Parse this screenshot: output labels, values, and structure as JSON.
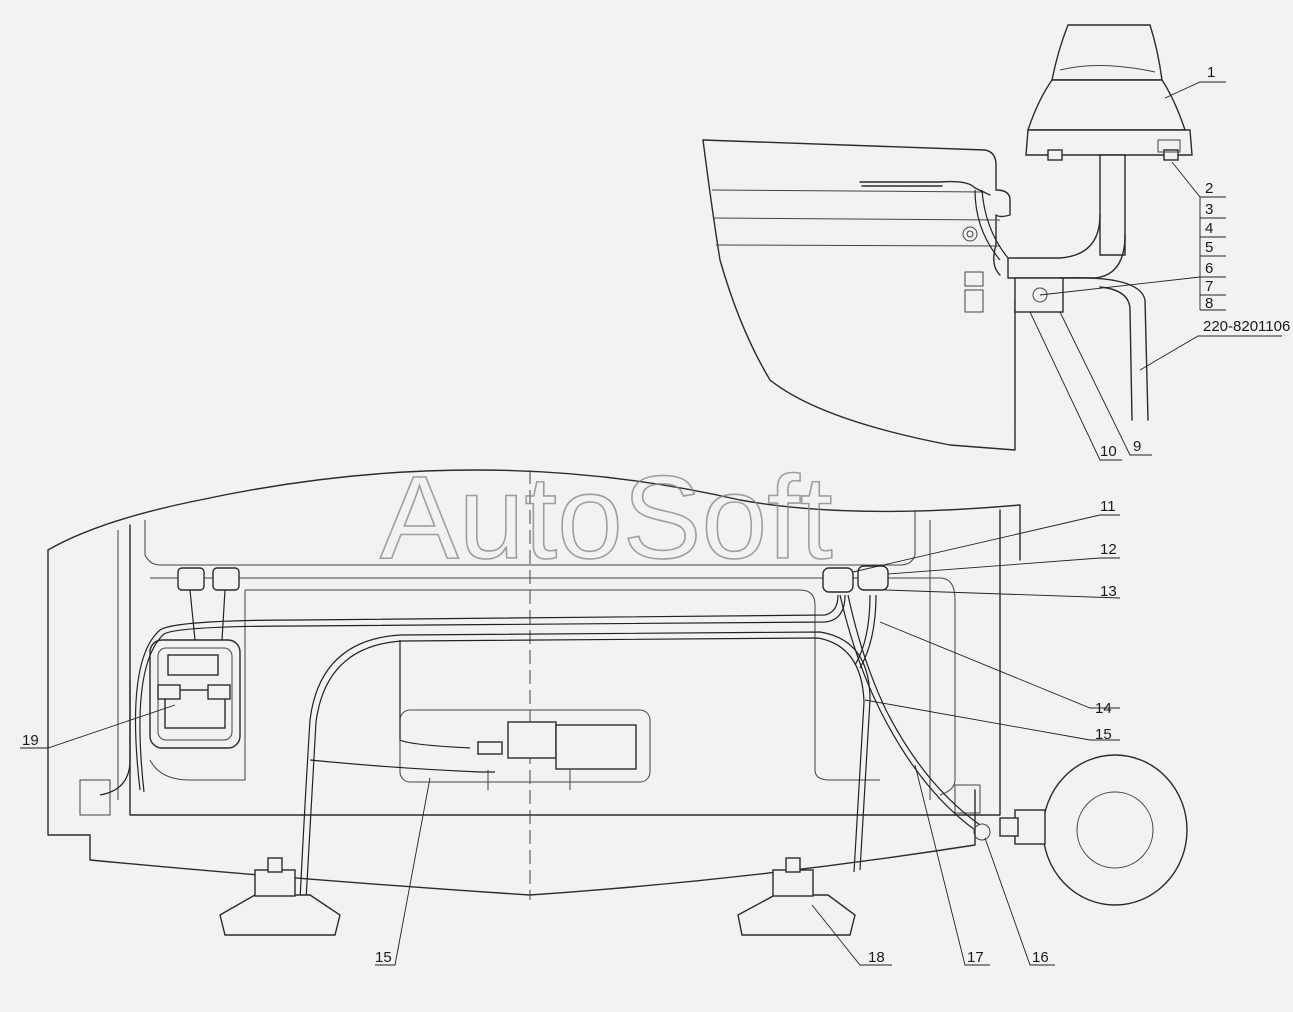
{
  "watermark": "AutoSoft",
  "part_reference": "220-8201106",
  "callouts": [
    "1",
    "2",
    "3",
    "4",
    "5",
    "6",
    "7",
    "8",
    "9",
    "10",
    "11",
    "12",
    "13",
    "14",
    "15",
    "15",
    "16",
    "17",
    "18",
    "19"
  ],
  "colors": {
    "background": "#f2f2f2",
    "line": "#2b2b2b",
    "watermark": "#8a8a8a"
  }
}
